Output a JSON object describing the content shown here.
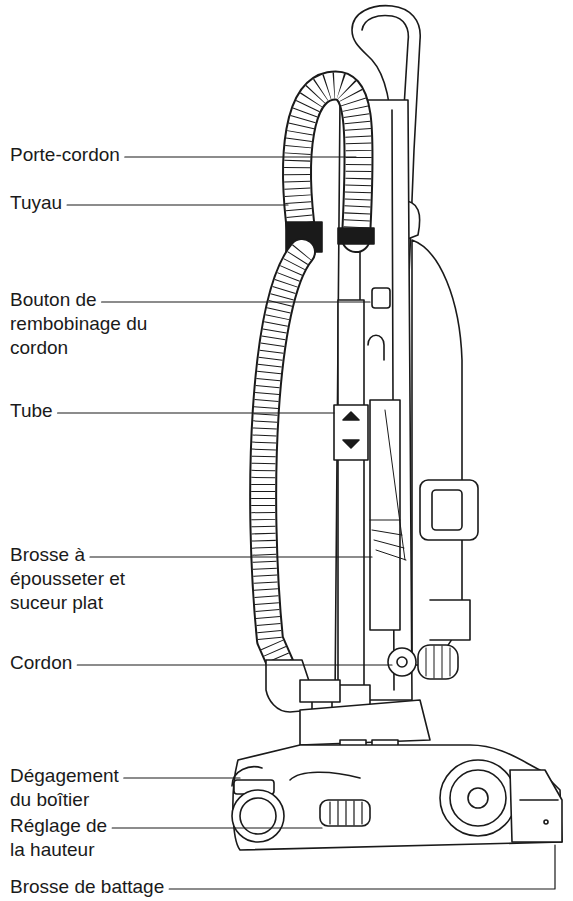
{
  "diagram": {
    "labels": [
      "Porte-cordon",
      "Tuyau",
      "Bouton de rembobinage du cordon",
      "Tube",
      "Brosse à épousseter et suceur plat",
      "Cordon",
      "Dégagement du boîtier",
      "Réglage de la hauteur",
      "Brosse de battage"
    ]
  }
}
